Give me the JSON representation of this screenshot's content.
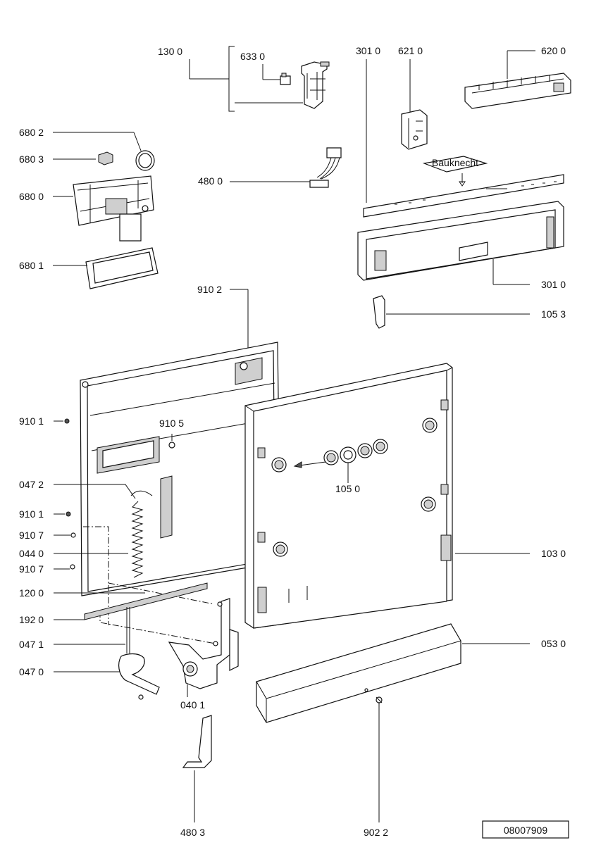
{
  "labels": {
    "p130_0": "130 0",
    "p633_0": "633 0",
    "p301_0_top": "301 0",
    "p621_0": "621 0",
    "p620_0": "620 0",
    "p680_2": "680 2",
    "p680_3": "680 3",
    "p680_0": "680 0",
    "p480_0": "480 0",
    "p680_1": "680 1",
    "p301_0": "301 0",
    "p105_3": "105 3",
    "p910_2": "910 2",
    "p910_1a": "910 1",
    "p910_5": "910 5",
    "p047_2": "047 2",
    "p105_0": "105 0",
    "p910_1b": "910 1",
    "p910_7a": "910 7",
    "p044_0": "044 0",
    "p103_0": "103 0",
    "p910_7b": "910 7",
    "p120_0": "120 0",
    "p192_0": "192 0",
    "p047_1": "047 1",
    "p053_0": "053 0",
    "p047_0": "047 0",
    "p040_1": "040 1",
    "p480_3": "480 3",
    "p902_2": "902 2"
  },
  "document_code": "08007909",
  "brand_mark": "Bauknecht"
}
